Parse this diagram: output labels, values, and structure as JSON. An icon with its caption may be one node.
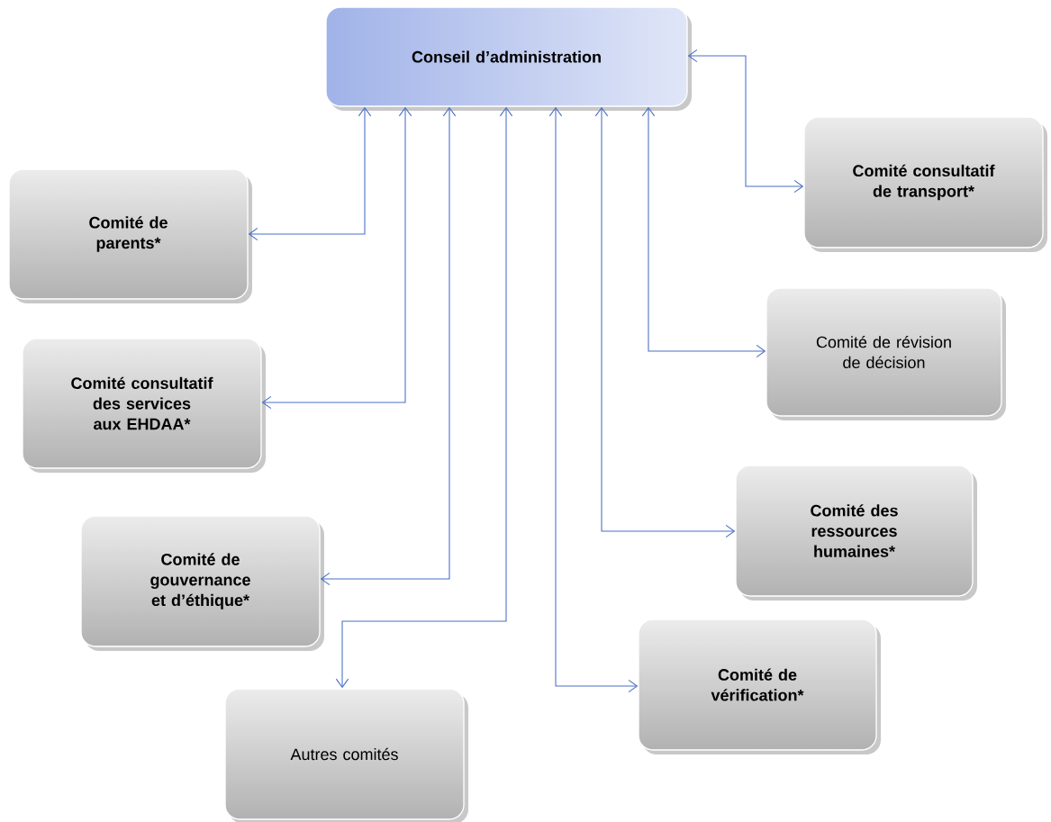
{
  "diagram": {
    "nodes": [
      {
        "text": [
          "Conseil d’administration"
        ]
      },
      {
        "text": [
          "Comité de parents*"
        ]
      },
      {
        "text": [
          "Comité consultatif des services aux EHDAA*"
        ]
      },
      {
        "text": [
          "Comité de gouvernance et d’éthique*"
        ]
      },
      {
        "text": [
          "Autres comités"
        ]
      },
      {
        "text": [
          "Comité consultatif de transport*"
        ]
      },
      {
        "text": [
          "Comité de révision de décision"
        ]
      },
      {
        "text": [
          "Comité des ressources humaines*"
        ]
      },
      {
        "text": [
          "Comité de vérification*"
        ]
      }
    ],
    "edges": [
      {
        "from": 0,
        "to": 1,
        "arrow": "both"
      },
      {
        "from": 0,
        "to": 2,
        "arrow": "both"
      },
      {
        "from": 0,
        "to": 3,
        "arrow": "both"
      },
      {
        "from": 0,
        "to": 4,
        "arrow": "both"
      },
      {
        "from": 0,
        "to": 8,
        "arrow": "both"
      },
      {
        "from": 0,
        "to": 7,
        "arrow": "both"
      },
      {
        "from": 0,
        "to": 6,
        "arrow": "both"
      },
      {
        "from": 0,
        "to": 5,
        "arrow": "both"
      }
    ]
  }
}
